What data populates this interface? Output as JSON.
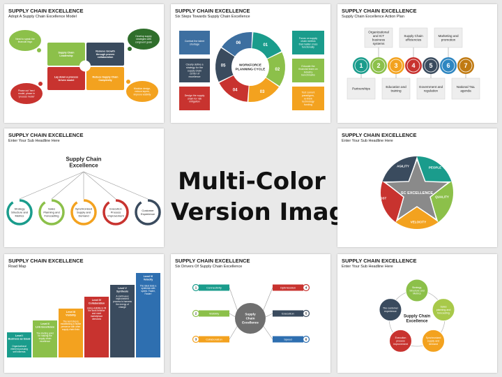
{
  "center": {
    "line1": "Multi-Color",
    "line2": "Version Images"
  },
  "colors": {
    "teal": "#1a9c8c",
    "green": "#8cc04a",
    "orange": "#f3a21f",
    "red": "#c8332f",
    "navy": "#3a4b5e",
    "purple": "#7b5ea7",
    "darkgreen": "#2f6e2b"
  },
  "s1": {
    "title": "SUPPLY CHAIN EXCELLENCE",
    "subtitle": "Adopt A Supply Chain Excellence Model",
    "quads": [
      "Supply Chain Leadership",
      "Remove Growth through proven collaboration",
      "Lay down a process Driven model",
      "Reduce Supply Chain Complexity"
    ],
    "bubbles": [
      "Need to speak the financial lingo",
      "Develop supply strategies with congruent goals",
      "Phase out 'hero' model, phase in 'process model'",
      "Modular design, reduce layers, improve visibility"
    ]
  },
  "s2": {
    "title": "SUPPLY CHAIN EXCELLENCE",
    "subtitle": "Six Steps Towards Supply Chain Excellence",
    "center": [
      "WORKFORCE",
      "PLANNING CYCLE"
    ],
    "steps": [
      "01",
      "02",
      "03",
      "04",
      "05",
      "06"
    ],
    "left": [
      "Combat the talent shortage",
      "Clearly define a strategy for the supply chain center of excellence",
      "Design the supply chain for risk mitigation"
    ],
    "right": [
      "Focus on supply chain metrics that matter cross functionally",
      "Educate the financial team on industry benchmarks",
      "Test current paradigms, re-think technology funding"
    ]
  },
  "s3": {
    "title": "SUPPLY CHAIN EXCELLENCE",
    "subtitle": "Supply Chain Excellence Action Plan",
    "numbers": [
      "1",
      "2",
      "3",
      "4",
      "5",
      "6",
      "7"
    ],
    "top": [
      "Organizational and ICT business systems",
      "Supply Chain efficiencies",
      "Marketing and promotion"
    ],
    "bottom": [
      "Partnerships",
      "Education and training",
      "Government and regulation",
      "National T&L agenda"
    ]
  },
  "s4": {
    "title": "SUPPLY CHAIN EXCELLENCE",
    "subtitle": "Enter Your Sub Headline Here",
    "heading": [
      "Supply Chain",
      "Excellence"
    ],
    "items": [
      [
        "Strategy",
        "Structure and",
        "Metrics"
      ],
      [
        "Sales",
        "Planning and",
        "Forecasting"
      ],
      [
        "Synchronized",
        "Supply and",
        "Demand"
      ],
      [
        "Execution",
        "Process",
        "Improvement"
      ],
      [
        "Customer",
        "Experience"
      ]
    ]
  },
  "s5": {
    "title": "SUPPLY CHAIN EXCELLENCE",
    "subtitle": "Enter Your Sub Headline Here",
    "center": "SC EXCELLENCE",
    "labels": [
      "AGILITY",
      "PEOPLE",
      "QUALITY",
      "VELOCITY",
      "COST"
    ]
  },
  "s6": {
    "title": "SUPPLY CHAIN EXCELLENCE",
    "subtitle": "Road Map",
    "levels": [
      {
        "head": [
          "Level I",
          "Business as Usual"
        ],
        "body": [
          "Organizational",
          "element pursuing",
          "self interests"
        ]
      },
      {
        "head": [
          "Level II",
          "Link Excellence"
        ],
        "body": [
          "The starting point",
          "for making the",
          "supply chain",
          "excellence"
        ]
      },
      {
        "head": [
          "Level III",
          "Visibility"
        ],
        "body": [
          "The next step is",
          "establishing a visible",
          "presence with other",
          "supply chain links"
        ]
      },
      {
        "head": [
          "Level IV",
          "Collaboration"
        ],
        "body": [
          "Using visibility to fill",
          "the work timeline",
          "and meet",
          "marketplace",
          "demands"
        ]
      },
      {
        "head": [
          "Level V",
          "Synthesis"
        ],
        "body": [
          "A continuous",
          "improvement",
          "process to harness",
          "the energy of",
          "change"
        ]
      },
      {
        "head": [
          "Level VI",
          "Velocity"
        ],
        "body": [
          "The ideal state a",
          "synthesis with",
          "speed. Faster,",
          "Faster!"
        ]
      }
    ]
  },
  "s7": {
    "title": "SUPPLY CHAIN EXCELLENCE",
    "subtitle": "Six Drivers Of Supply Chain Excellence",
    "center": [
      "Supply",
      "Chain",
      "Excellence"
    ],
    "left": [
      "Connectivity",
      "Visibility",
      "Collaboration"
    ],
    "right": [
      "Optimization",
      "Execution",
      "Speed"
    ],
    "left_nums": [
      "1",
      "2",
      "3"
    ],
    "right_nums": [
      "4",
      "5",
      "6"
    ]
  },
  "s8": {
    "title": "SUPPLY CHAIN EXCELLENCE",
    "subtitle": "Enter Your Sub Headline Here",
    "center": [
      "Supply Chain",
      "Excellence"
    ],
    "nodes": [
      [
        "Strategy,",
        "Structure and",
        "Metrics"
      ],
      [
        "Sales",
        "planning and",
        "forecasting"
      ],
      [
        "Synchronized",
        "supply and",
        "demand"
      ],
      [
        "Execution",
        "process",
        "improvement"
      ],
      [
        "The customer",
        "experience"
      ]
    ]
  }
}
